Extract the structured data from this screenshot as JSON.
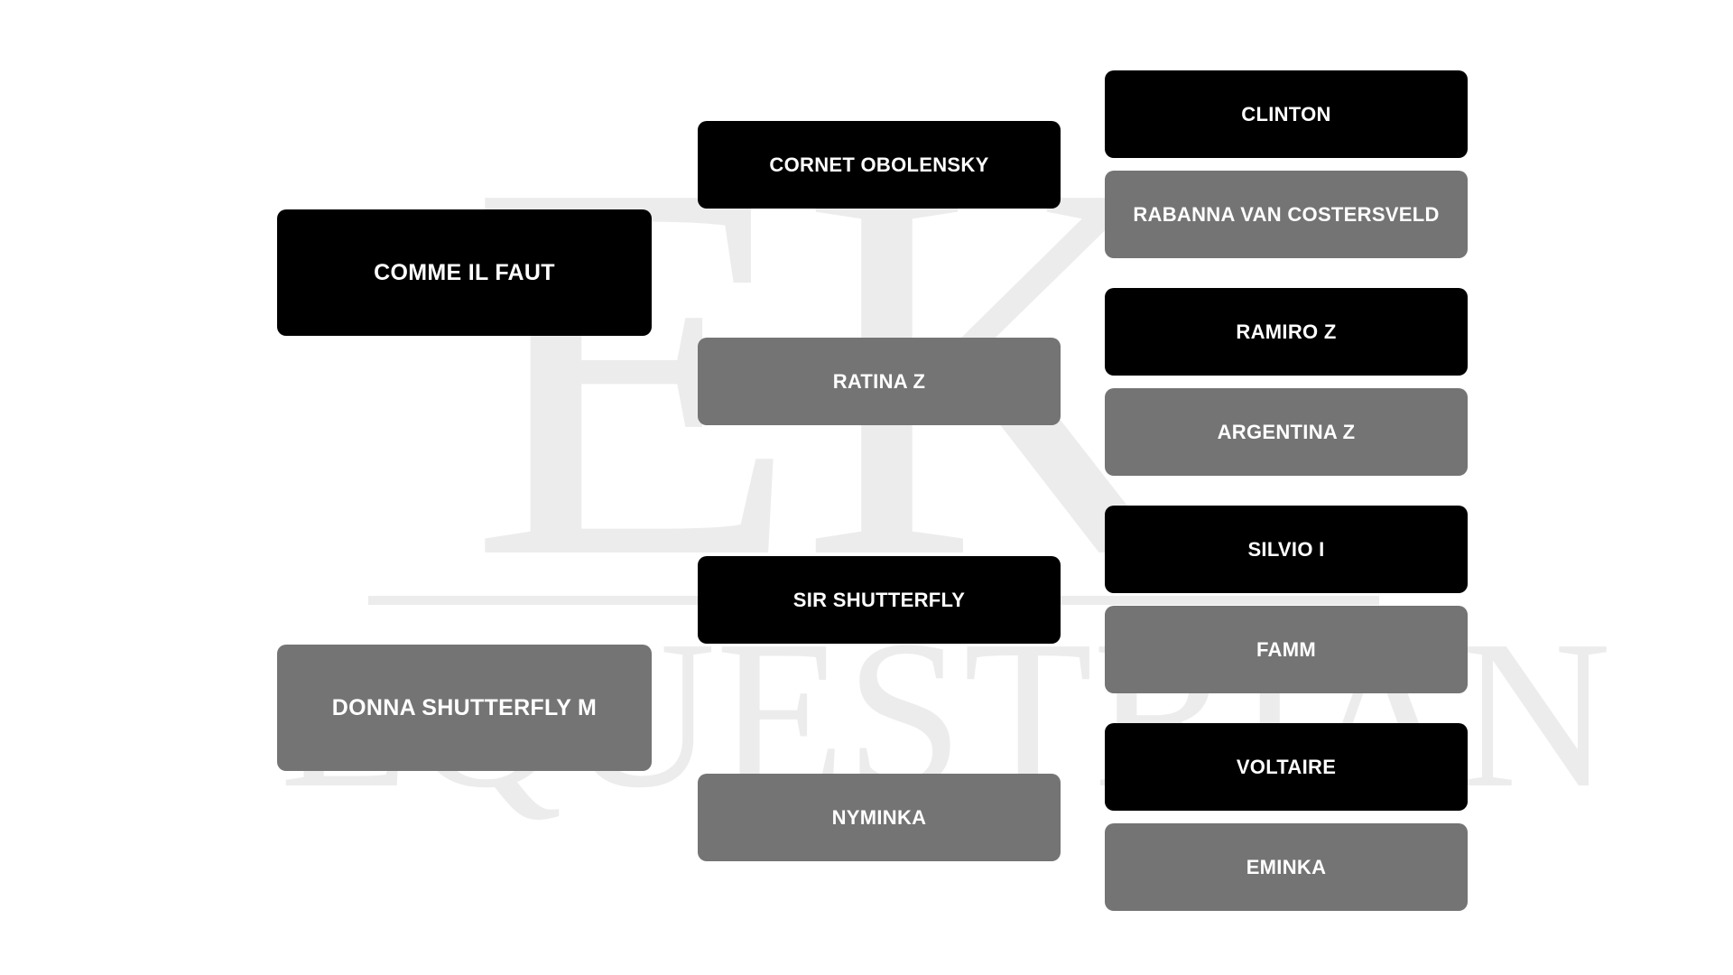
{
  "watermark": {
    "monogram": "EK",
    "wordmark": "EQUESTRIAN"
  },
  "pedigree": {
    "sire": "COMME IL FAUT",
    "dam": "DONNA SHUTTERFLY M",
    "sire_sire": "CORNET OBOLENSKY",
    "sire_dam": "RATINA Z",
    "dam_sire": "SIR SHUTTERFLY",
    "dam_dam": "NYMINKA",
    "sire_sire_sire": "CLINTON",
    "sire_sire_dam": "RABANNA VAN COSTERSVELD",
    "sire_dam_sire": "RAMIRO Z",
    "sire_dam_dam": "ARGENTINA Z",
    "dam_sire_sire": "SILVIO I",
    "dam_sire_dam": "FAMM",
    "dam_dam_sire": "VOLTAIRE",
    "dam_dam_dam": "EMINKA"
  },
  "colors": {
    "male": "#000000",
    "female": "#747474",
    "watermark": "#ececec"
  }
}
